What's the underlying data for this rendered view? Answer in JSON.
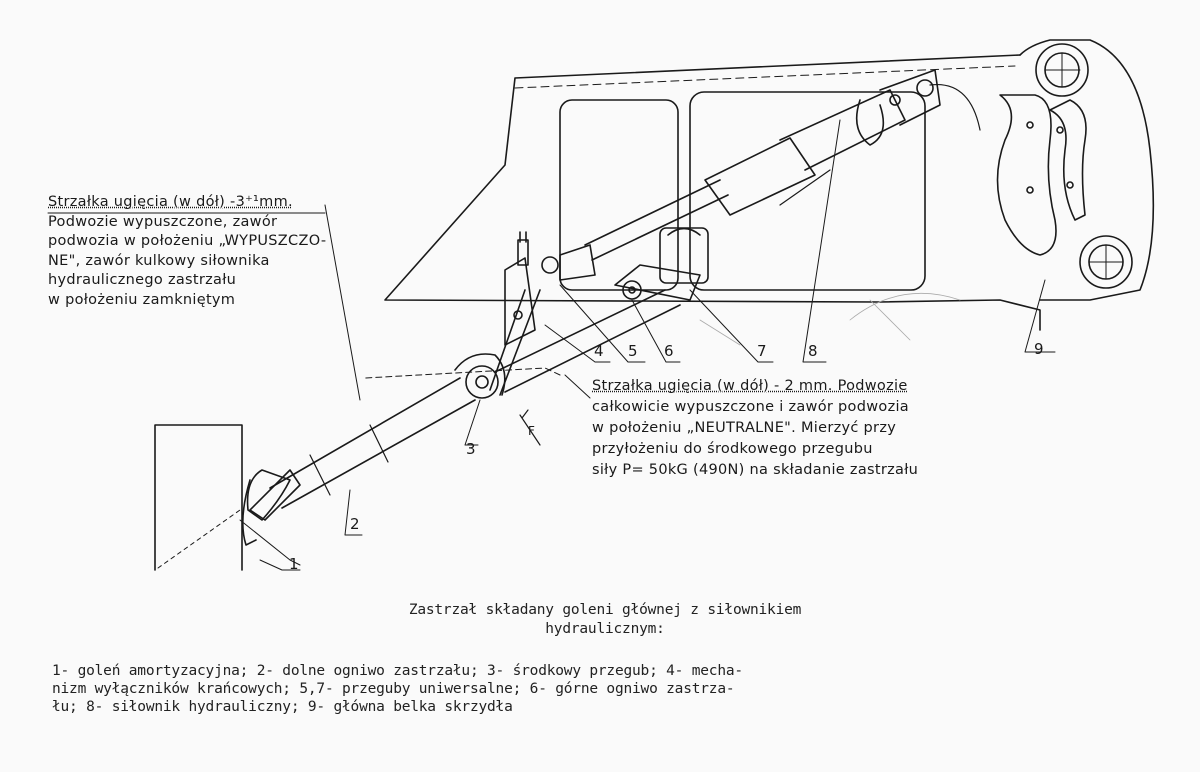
{
  "note_left": {
    "lines": [
      "Strzałka ugięcia (w dół) -3⁺¹mm.",
      "Podwozie wypuszczone, zawór",
      "podwozia w położeniu „WYPUSZCZO-",
      "NE\", zawór kulkowy siłownika",
      "hydraulicznego zastrzału",
      "w położeniu zamkniętym"
    ]
  },
  "note_right": {
    "lines": [
      "Strzałka ugięcia (w dół) - 2 mm. Podwozie",
      "całkowicie wypuszczone i zawór podwozia",
      "w położeniu „NEUTRALNE\". Mierzyć przy",
      "przyłożeniu do środkowego przegubu",
      "siły P= 50kG (490N) na składanie zastrzału"
    ]
  },
  "labels": {
    "n1": "1",
    "n2": "2",
    "n3": "3",
    "n4": "4",
    "n5": "5",
    "n6": "6",
    "n7": "7",
    "n8": "8",
    "n9": "9",
    "force": "F"
  },
  "caption": {
    "line1": "Zastrzał składany goleni głównej z siłownikiem",
    "line2": "hydraulicznym:"
  },
  "legend": {
    "lines": [
      "1- goleń amortyzacyjna; 2- dolne ogniwo zastrzału; 3- środkowy przegub; 4- mecha-",
      "nizm wyłączników krańcowych; 5,7- przeguby uniwersalne; 6- górne ogniwo zastrza-",
      "łu; 8- siłownik hydrauliczny; 9- główna belka skrzydła"
    ]
  },
  "colors": {
    "ink": "#1a1a1a",
    "paper": "#fafafa"
  }
}
